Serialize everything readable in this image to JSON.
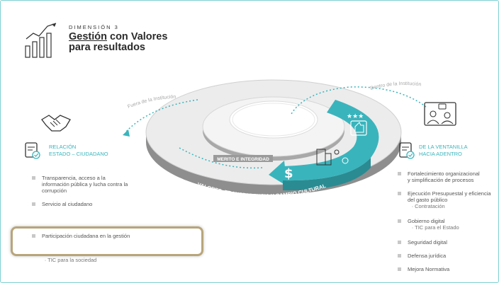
{
  "header": {
    "dimension_label": "DIMENSIÓN 3",
    "title_line1_underlined": "Gestión",
    "title_line1_rest": " con Valores",
    "title_line2": "para resultados"
  },
  "diagram": {
    "outer_ring_text": "VALORES, TRANSPARENCIA Y CAMBIO CULTURAL",
    "inner_ring_text": "MERITO E INTEGRIDAD",
    "left_arc_label": "Fuera de la Institución",
    "right_arc_label": "Dentro de la Institución"
  },
  "left_section": {
    "title_line1": "RELACIÓN",
    "title_line2": "ESTADO – CIUDADANO",
    "items": [
      {
        "lines": [
          "Transparencia, acceso a la",
          "información pública y lucha contra la",
          "corrupción"
        ]
      },
      {
        "lines": [
          "Servicio al ciudadano"
        ]
      },
      {
        "lines": [
          "Participación ciudadana en la gestión"
        ]
      }
    ],
    "partial_sub": "TIC para la sociedad"
  },
  "right_section": {
    "title_line1": "DE LA VENTANILLA",
    "title_line2": "HACIA ADENTRO",
    "items": [
      {
        "lines": [
          "Fortalecimiento organizacional",
          "y simplificación de procesos"
        ]
      },
      {
        "lines": [
          "Ejecución Presupuestal y eficiencia",
          "del gasto público"
        ],
        "sub": "Contratación"
      },
      {
        "lines": [
          "Gobierno digital"
        ],
        "sub": "TIC para el Estado"
      },
      {
        "lines": [
          "Seguridad digital"
        ]
      },
      {
        "lines": [
          "Defensa jurídica"
        ]
      },
      {
        "lines": [
          "Mejora Normativa"
        ]
      }
    ]
  },
  "colors": {
    "accent": "#3ab4bc",
    "highlight_border": "#b8a57a",
    "ring_gray": "#d9d9d9",
    "ring_dark": "#9a9a9a"
  }
}
